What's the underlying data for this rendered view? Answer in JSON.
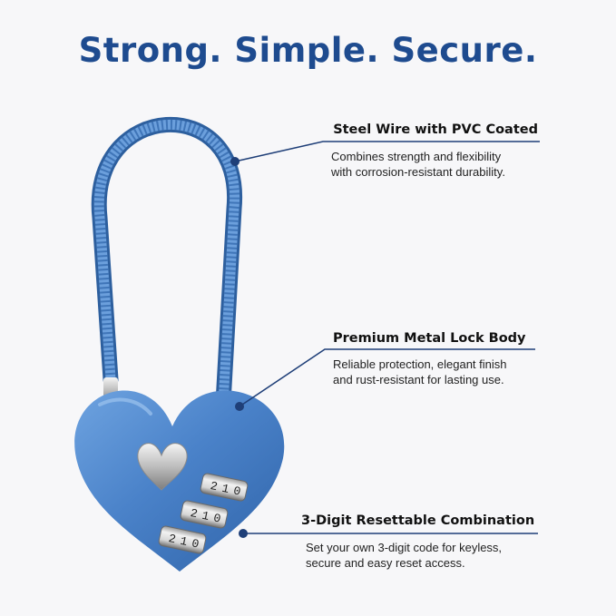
{
  "headline": "Strong. Simple. Secure.",
  "features": [
    {
      "title": "Steel Wire with PVC Coated",
      "line1": "Combines strength and flexibility",
      "line2": "with corrosion-resistant durability."
    },
    {
      "title": "Premium Metal Lock Body",
      "line1": "Reliable protection, elegant finish",
      "line2": "and rust-resistant for lasting use."
    },
    {
      "title": "3-Digit Resettable Combination",
      "line1": "Set your own 3-digit code for keyless,",
      "line2": "secure and easy reset access."
    }
  ],
  "dials": [
    {
      "digits": [
        "2",
        "1",
        "0"
      ]
    },
    {
      "digits": [
        "2",
        "1",
        "0"
      ]
    },
    {
      "digits": [
        "2",
        "1",
        "0"
      ]
    }
  ],
  "colors": {
    "brand_blue": "#1e4b8f",
    "lock_blue": "#4a82c9",
    "leader_line": "#1f3f78"
  }
}
